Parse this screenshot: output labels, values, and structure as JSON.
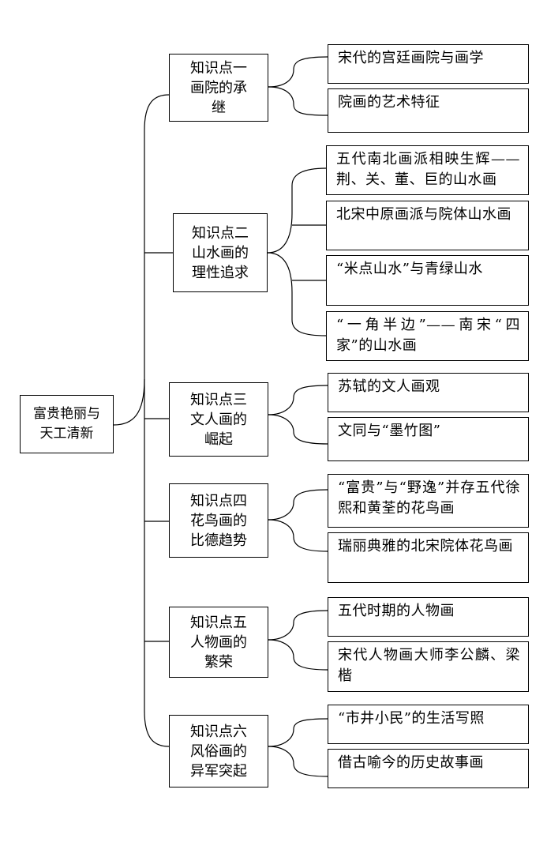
{
  "root": {
    "line1": "富贵艳丽与",
    "line2": "天工清新"
  },
  "topics": [
    {
      "lines": [
        "知识点一",
        "画院的承",
        "继"
      ],
      "items": [
        "宋代的宫廷画院与画学",
        "院画的艺术特征"
      ]
    },
    {
      "lines": [
        "知识点二",
        "山水画的",
        "理性追求"
      ],
      "items": [
        "五代南北画派相映生辉——荆、关、董、巨的山水画",
        "北宋中原画派与院体山水画",
        "“米点山水”与青绿山水",
        "“一角半边”——南宋“四家”的山水画"
      ]
    },
    {
      "lines": [
        "知识点三",
        "文人画的",
        "崛起"
      ],
      "items": [
        "苏轼的文人画观",
        "文同与“墨竹图”"
      ]
    },
    {
      "lines": [
        "知识点四",
        "花鸟画的",
        "比德趋势"
      ],
      "items": [
        "“富贵”与“野逸”并存五代徐熙和黄荃的花鸟画",
        "瑞丽典雅的北宋院体花鸟画"
      ]
    },
    {
      "lines": [
        "知识点五",
        "人物画的",
        "繁荣"
      ],
      "items": [
        "五代时期的人物画",
        "宋代人物画大师李公麟、梁楷"
      ]
    },
    {
      "lines": [
        "知识点六",
        "风俗画的",
        "异军突起"
      ],
      "items": [
        "“市井小民”的生活写照",
        "借古喻今的历史故事画"
      ]
    }
  ]
}
